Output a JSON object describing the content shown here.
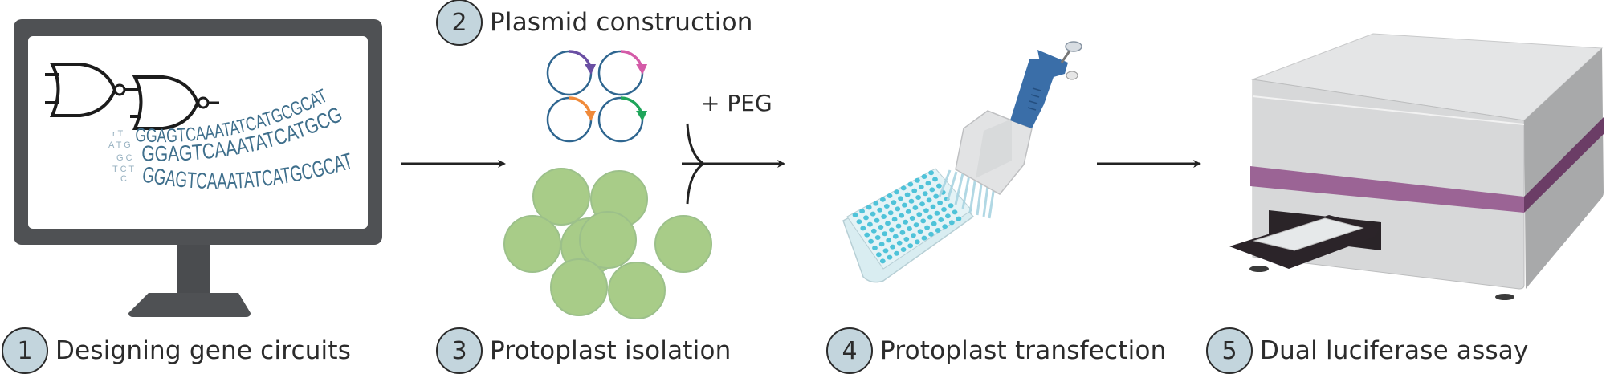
{
  "steps": [
    {
      "number": "1",
      "label": "Designing gene circuits"
    },
    {
      "number": "2",
      "label": "Plasmid construction"
    },
    {
      "number": "3",
      "label": "Protoplast isolation"
    },
    {
      "number": "4",
      "label": "Protoplast transfection"
    },
    {
      "number": "5",
      "label": "Dual luciferase assay"
    }
  ],
  "reagent_label": "+ PEG",
  "dna_sequences": [
    "GGAGTCAAATATCATGCGCAT",
    "GGAGTCAAATATCATGCG",
    "GGAGTCAAATATCATGCGCAT"
  ],
  "icons": {
    "monitor": "computer-monitor-icon",
    "logic_gate": "nor-gate-icon",
    "plasmid": "plasmid-icon",
    "protoplast": "protoplast-cell-icon",
    "pipette": "multichannel-pipette-icon",
    "well_plate": "96-well-plate-icon",
    "plate_reader": "luminometer-plate-reader-icon",
    "arrow": "arrow-right-icon"
  },
  "colors": {
    "step_badge": "#c3d5dd",
    "text": "#2b2b2b",
    "monitor": "#4f5154",
    "dna_text": "#3f6f8c",
    "plasmid_ring": "#2f6690",
    "plasmid_arrows": [
      "#6a4fa3",
      "#d45ba8",
      "#f08a3a",
      "#1fa55a"
    ],
    "protoplast": "#a8cc88",
    "protoplast_edge": "#9cc08a",
    "pipette_blue": "#3a6ea8",
    "well_liquid": "#4fc3d9",
    "reader_body": "#d9dadb",
    "reader_stripe": "#9b6495"
  }
}
